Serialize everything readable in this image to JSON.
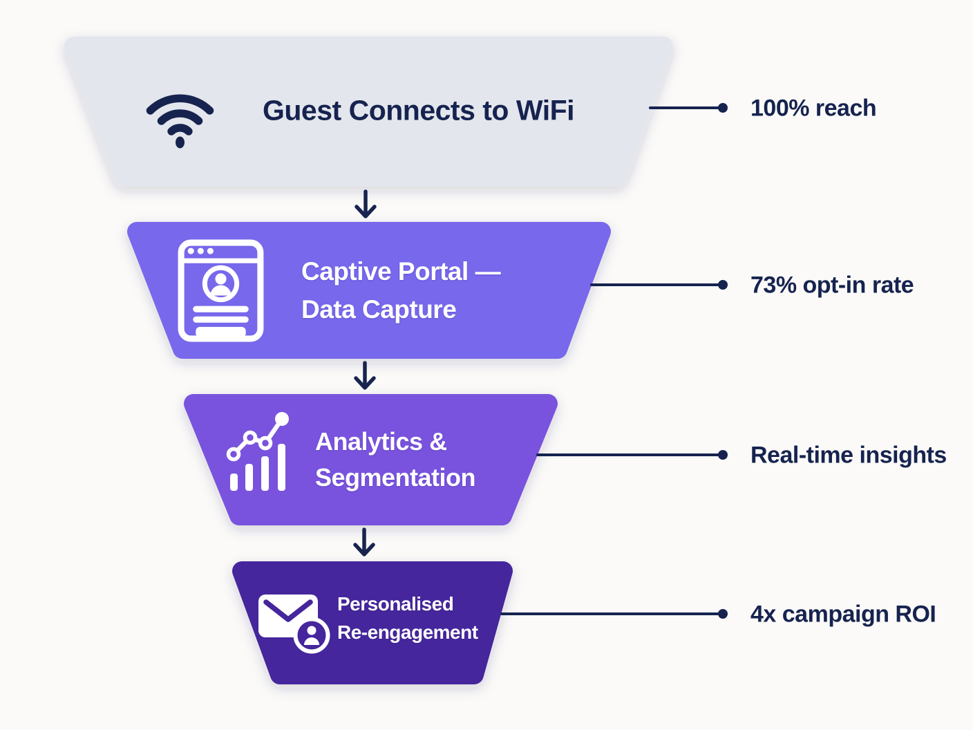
{
  "diagram_type": "funnel",
  "background_color": "#fbfaf8",
  "accent_color": "#16234f",
  "stages": [
    {
      "id": "wifi-connect",
      "icon": "wifi-icon",
      "lines": [
        "Guest Connects to WiFi"
      ],
      "metric": "100% reach",
      "fill": "#e3e6ec",
      "text_color": "#16234f"
    },
    {
      "id": "captive-portal",
      "icon": "portal-form-icon",
      "lines": [
        "Captive Portal —",
        "Data Capture"
      ],
      "metric": "73% opt-in rate",
      "fill": "#7767ec",
      "text_color": "#ffffff"
    },
    {
      "id": "analytics-segmentation",
      "icon": "analytics-chart-icon",
      "lines": [
        "Analytics &",
        "Segmentation"
      ],
      "metric": "Real-time insights",
      "fill": "#7952de",
      "text_color": "#ffffff"
    },
    {
      "id": "personalised-reengagement",
      "icon": "email-user-icon",
      "lines": [
        "Personalised",
        "Re-engagement"
      ],
      "metric": "4x campaign ROI",
      "fill": "#45269c",
      "text_color": "#ffffff"
    }
  ]
}
